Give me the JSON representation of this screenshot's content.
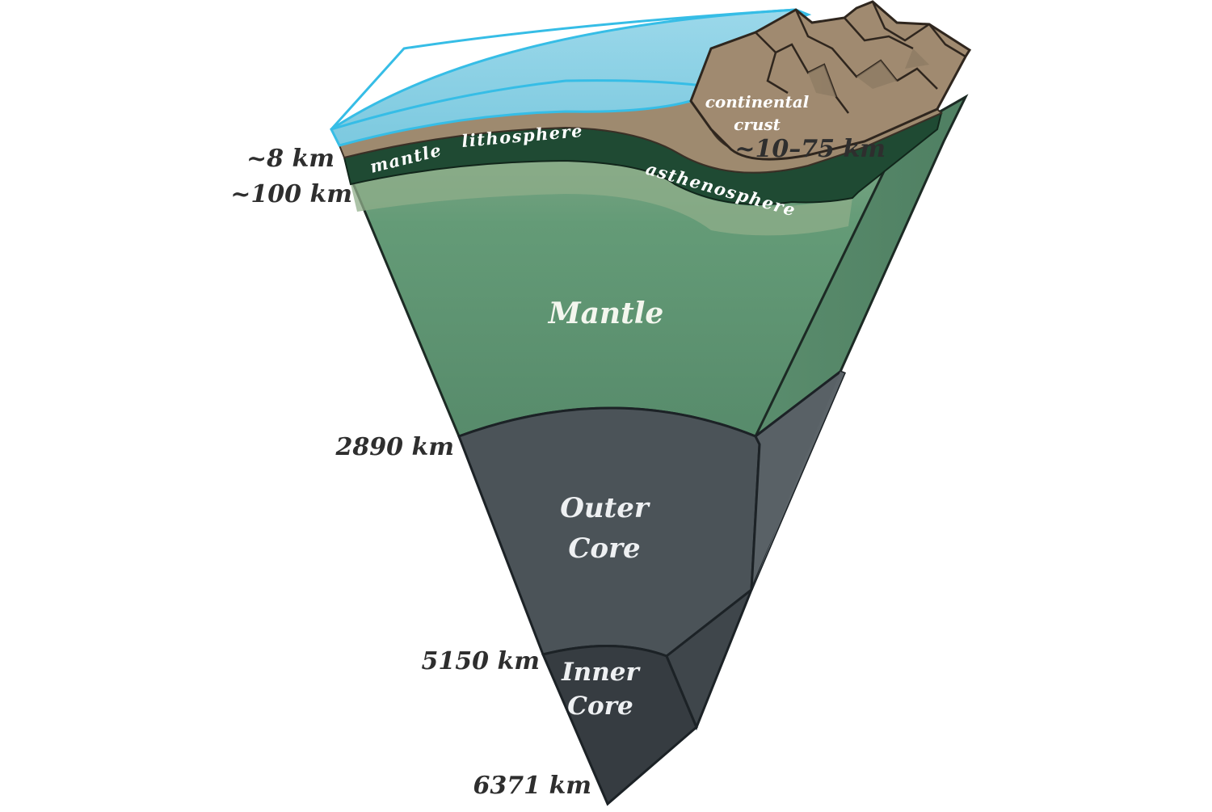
{
  "layers": {
    "continental_crust": "continental\ncrust",
    "mantle_lithosphere_1": "mantle",
    "mantle_lithosphere_2": "lithosphere",
    "asthenosphere": "asthenosphere",
    "mantle": "Mantle",
    "outer_core": "Outer\nCore",
    "inner_core": "Inner\nCore"
  },
  "depths": {
    "ocean_crust": "~8 km",
    "lithosphere": "~100 km",
    "continental": "~10–75 km",
    "mantle_base": "2890 km",
    "outer_core_base": "5150 km",
    "center": "6371 km"
  },
  "colors": {
    "ocean": "#8fd3e6",
    "ocean_edge": "#3cc2e8",
    "crust": "#a08a70",
    "lithosphere": "#1f4a33",
    "asthenosphere": "#7d9e7a",
    "mantle": "#5e9272",
    "outer_core": "#4a5257",
    "inner_core": "#353b40"
  }
}
